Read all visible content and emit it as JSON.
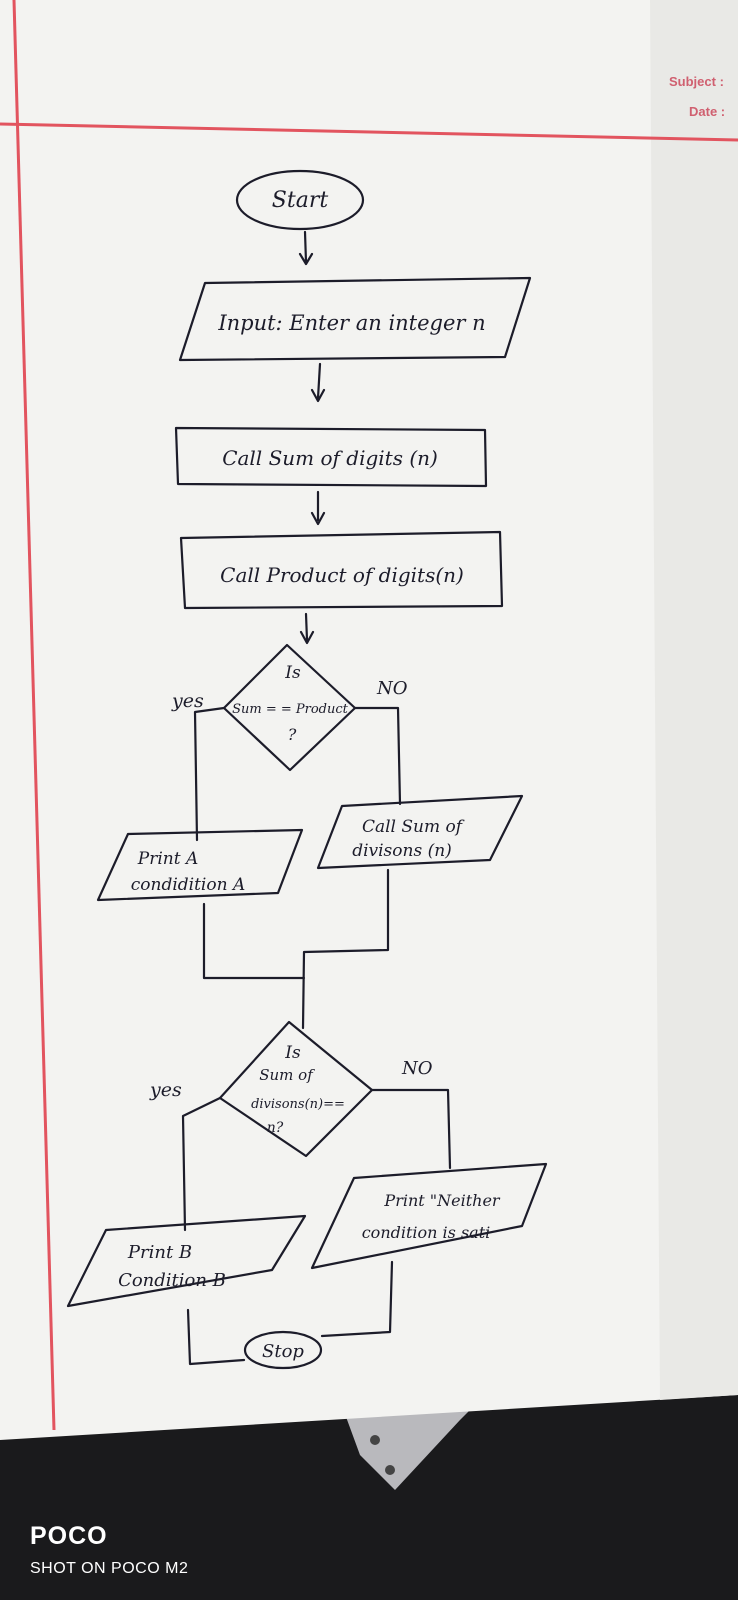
{
  "header": {
    "subject_label": "Subject :",
    "date_label": "Date :"
  },
  "flowchart": {
    "start": "Start",
    "input": "Input: Enter an integer n",
    "call_sum": "Call Sum of digits (n)",
    "call_product": "Call Product of digits(n)",
    "decision1": {
      "line1": "Is",
      "line2": "Sum = = Product",
      "line3": "?"
    },
    "yes1": "yes",
    "no1": "NO",
    "print_a": {
      "line1": "Print A",
      "line2": "condidition A"
    },
    "call_divisors": {
      "line1": "Call Sum of",
      "line2": "divisons (n)"
    },
    "decision2": {
      "line1": "Is",
      "line2": "Sum of",
      "line3": "divisons(n)==",
      "line4": "n?"
    },
    "yes2": "yes",
    "no2": "NO",
    "print_b": {
      "line1": "Print B",
      "line2": "Condition B"
    },
    "print_neither": {
      "line1": "Print \"Neither",
      "line2": "condition is sati"
    },
    "stop": "Stop"
  },
  "watermark": {
    "brand": "POCO",
    "shot": "SHOT ON POCO M2"
  },
  "colors": {
    "paper": "#f3f3f1",
    "ink": "#1c1c2a",
    "margin_red": "#e2545f",
    "background": "#1a1a1c"
  }
}
